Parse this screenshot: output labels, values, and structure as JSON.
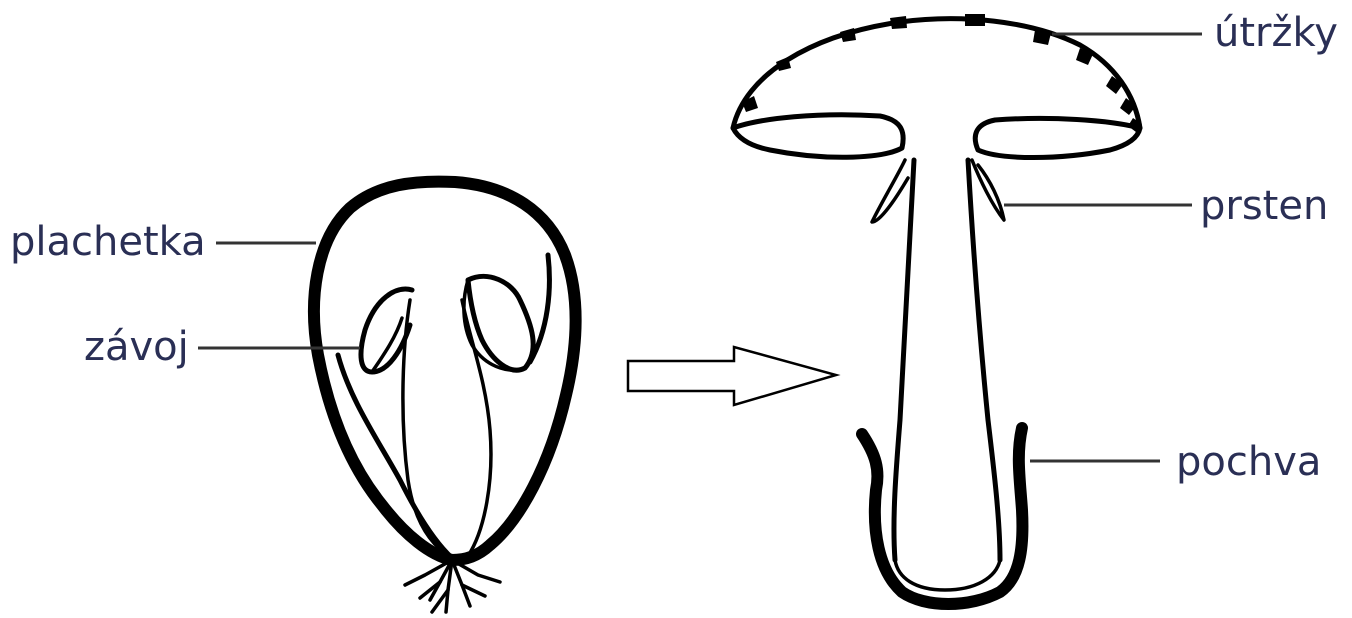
{
  "labels": {
    "plachetka": "plachetka",
    "zavoj": "závoj",
    "utrzky": "útržky",
    "prsten": "prsten",
    "pochva": "pochva"
  }
}
